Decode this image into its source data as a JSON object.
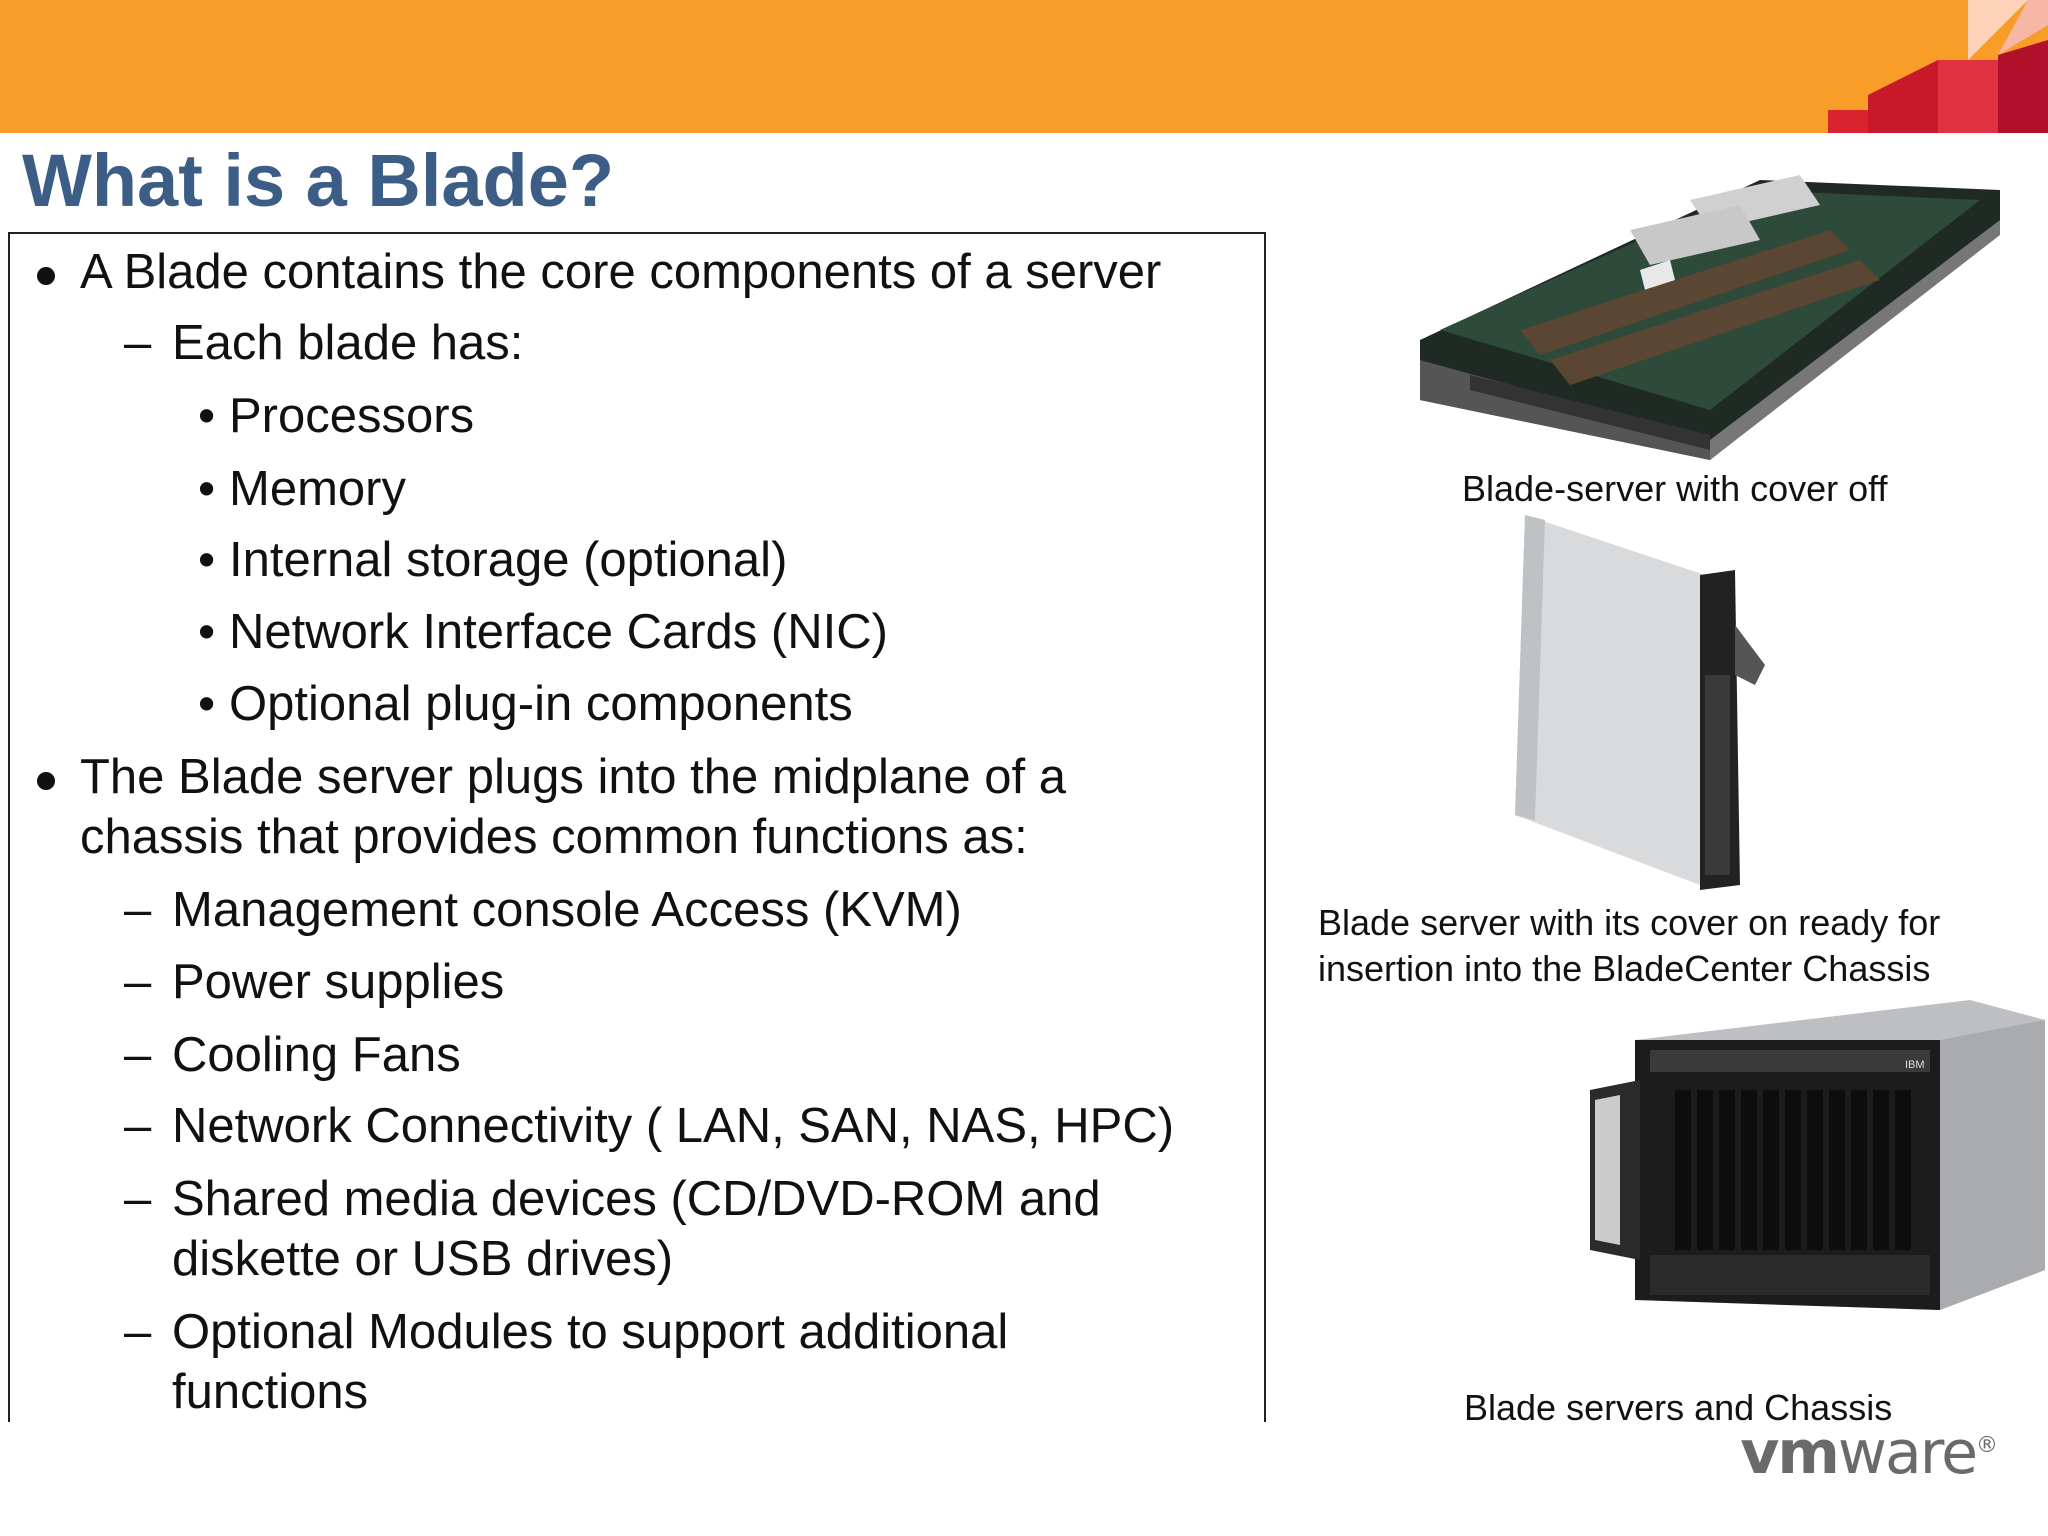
{
  "slide": {
    "title": "What is a Blade?",
    "colors": {
      "header_bar": "#f89d28",
      "title": "#3c5d86",
      "accent_red": "#d9232f"
    }
  },
  "bullets": {
    "b1": "A Blade contains the core components of a server",
    "b1_sub": "Each blade has:",
    "b1_items": [
      "Processors",
      "Memory",
      "Internal storage (optional)",
      "Network Interface Cards (NIC)",
      "Optional plug-in components"
    ],
    "b2_line1": "The Blade server plugs into the midplane of a",
    "b2_line2": "chassis that provides common functions as:",
    "b2_items": [
      "Management console Access (KVM)",
      "Power supplies",
      "Cooling Fans",
      "Network Connectivity ( LAN, SAN, NAS, HPC)"
    ],
    "b2_media_1": "Shared media devices (CD/DVD-ROM and",
    "b2_media_2": "diskette or USB drives)",
    "b2_opt_1": "Optional Modules to support additional",
    "b2_opt_2": "functions"
  },
  "images": {
    "cap1": "Blade-server with cover off",
    "cap2_line1": "Blade server with its cover on ready for",
    "cap2_line2": "insertion into the BladeCenter Chassis",
    "cap3": "Blade servers and Chassis",
    "chassis_badge": "IBM"
  },
  "logo": {
    "vm": "vm",
    "ware": "ware",
    "reg": "®"
  }
}
